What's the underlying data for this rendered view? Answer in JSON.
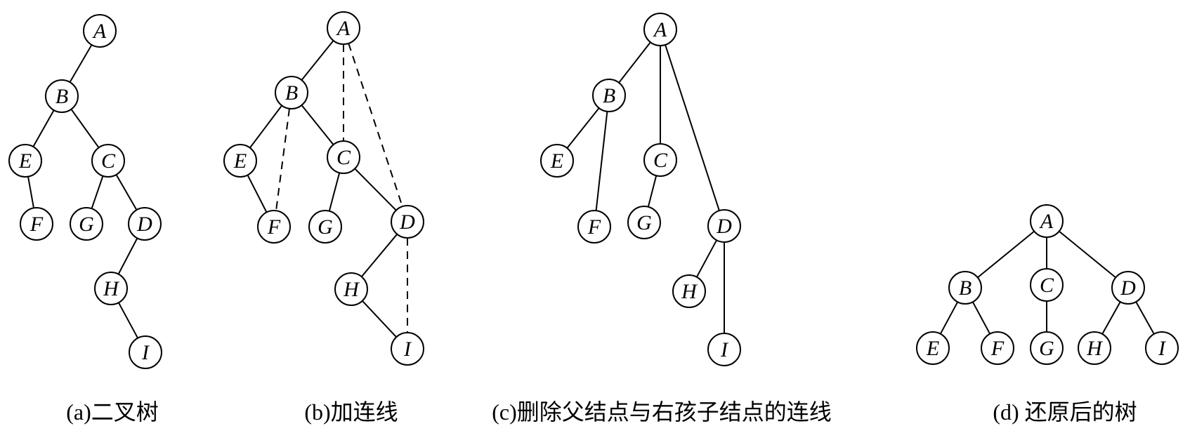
{
  "panels": [
    {
      "id": "a",
      "caption": "(a)二叉树",
      "nodes": [
        {
          "id": "A",
          "label": "A"
        },
        {
          "id": "B",
          "label": "B"
        },
        {
          "id": "E",
          "label": "E"
        },
        {
          "id": "C",
          "label": "C"
        },
        {
          "id": "F",
          "label": "F"
        },
        {
          "id": "G",
          "label": "G"
        },
        {
          "id": "D",
          "label": "D"
        },
        {
          "id": "H",
          "label": "H"
        },
        {
          "id": "I",
          "label": "I"
        }
      ],
      "edges": [
        {
          "from": "A",
          "to": "B",
          "style": "solid"
        },
        {
          "from": "B",
          "to": "E",
          "style": "solid"
        },
        {
          "from": "B",
          "to": "C",
          "style": "solid"
        },
        {
          "from": "E",
          "to": "F",
          "style": "solid"
        },
        {
          "from": "C",
          "to": "G",
          "style": "solid"
        },
        {
          "from": "C",
          "to": "D",
          "style": "solid"
        },
        {
          "from": "D",
          "to": "H",
          "style": "solid"
        },
        {
          "from": "H",
          "to": "I",
          "style": "solid"
        }
      ]
    },
    {
      "id": "b",
      "caption": "(b)加连线",
      "nodes": [
        {
          "id": "A",
          "label": "A"
        },
        {
          "id": "B",
          "label": "B"
        },
        {
          "id": "E",
          "label": "E"
        },
        {
          "id": "C",
          "label": "C"
        },
        {
          "id": "F",
          "label": "F"
        },
        {
          "id": "G",
          "label": "G"
        },
        {
          "id": "D",
          "label": "D"
        },
        {
          "id": "H",
          "label": "H"
        },
        {
          "id": "I",
          "label": "I"
        }
      ],
      "edges": [
        {
          "from": "A",
          "to": "B",
          "style": "solid"
        },
        {
          "from": "B",
          "to": "E",
          "style": "solid"
        },
        {
          "from": "B",
          "to": "C",
          "style": "solid"
        },
        {
          "from": "E",
          "to": "F",
          "style": "solid"
        },
        {
          "from": "C",
          "to": "G",
          "style": "solid"
        },
        {
          "from": "C",
          "to": "D",
          "style": "solid"
        },
        {
          "from": "D",
          "to": "H",
          "style": "solid"
        },
        {
          "from": "H",
          "to": "I",
          "style": "solid"
        },
        {
          "from": "A",
          "to": "C",
          "style": "dashed"
        },
        {
          "from": "A",
          "to": "D",
          "style": "dashed"
        },
        {
          "from": "B",
          "to": "F",
          "style": "dashed"
        },
        {
          "from": "D",
          "to": "I",
          "style": "dashed"
        }
      ]
    },
    {
      "id": "c",
      "caption": "(c)删除父结点与右孩子结点的连线",
      "nodes": [
        {
          "id": "A",
          "label": "A"
        },
        {
          "id": "B",
          "label": "B"
        },
        {
          "id": "E",
          "label": "E"
        },
        {
          "id": "C",
          "label": "C"
        },
        {
          "id": "F",
          "label": "F"
        },
        {
          "id": "G",
          "label": "G"
        },
        {
          "id": "D",
          "label": "D"
        },
        {
          "id": "H",
          "label": "H"
        },
        {
          "id": "I",
          "label": "I"
        }
      ],
      "edges": [
        {
          "from": "A",
          "to": "B",
          "style": "solid"
        },
        {
          "from": "A",
          "to": "C",
          "style": "solid"
        },
        {
          "from": "A",
          "to": "D",
          "style": "solid"
        },
        {
          "from": "B",
          "to": "E",
          "style": "solid"
        },
        {
          "from": "B",
          "to": "F",
          "style": "solid"
        },
        {
          "from": "C",
          "to": "G",
          "style": "solid"
        },
        {
          "from": "D",
          "to": "H",
          "style": "solid"
        },
        {
          "from": "D",
          "to": "I",
          "style": "solid"
        }
      ]
    },
    {
      "id": "d",
      "caption": "(d) 还原后的树",
      "nodes": [
        {
          "id": "A",
          "label": "A"
        },
        {
          "id": "B",
          "label": "B"
        },
        {
          "id": "C",
          "label": "C"
        },
        {
          "id": "D",
          "label": "D"
        },
        {
          "id": "E",
          "label": "E"
        },
        {
          "id": "F",
          "label": "F"
        },
        {
          "id": "G",
          "label": "G"
        },
        {
          "id": "H",
          "label": "H"
        },
        {
          "id": "I",
          "label": "I"
        }
      ],
      "edges": [
        {
          "from": "A",
          "to": "B",
          "style": "solid"
        },
        {
          "from": "A",
          "to": "C",
          "style": "solid"
        },
        {
          "from": "A",
          "to": "D",
          "style": "solid"
        },
        {
          "from": "B",
          "to": "E",
          "style": "solid"
        },
        {
          "from": "B",
          "to": "F",
          "style": "solid"
        },
        {
          "from": "C",
          "to": "G",
          "style": "solid"
        },
        {
          "from": "D",
          "to": "H",
          "style": "solid"
        },
        {
          "from": "D",
          "to": "I",
          "style": "solid"
        }
      ]
    }
  ]
}
